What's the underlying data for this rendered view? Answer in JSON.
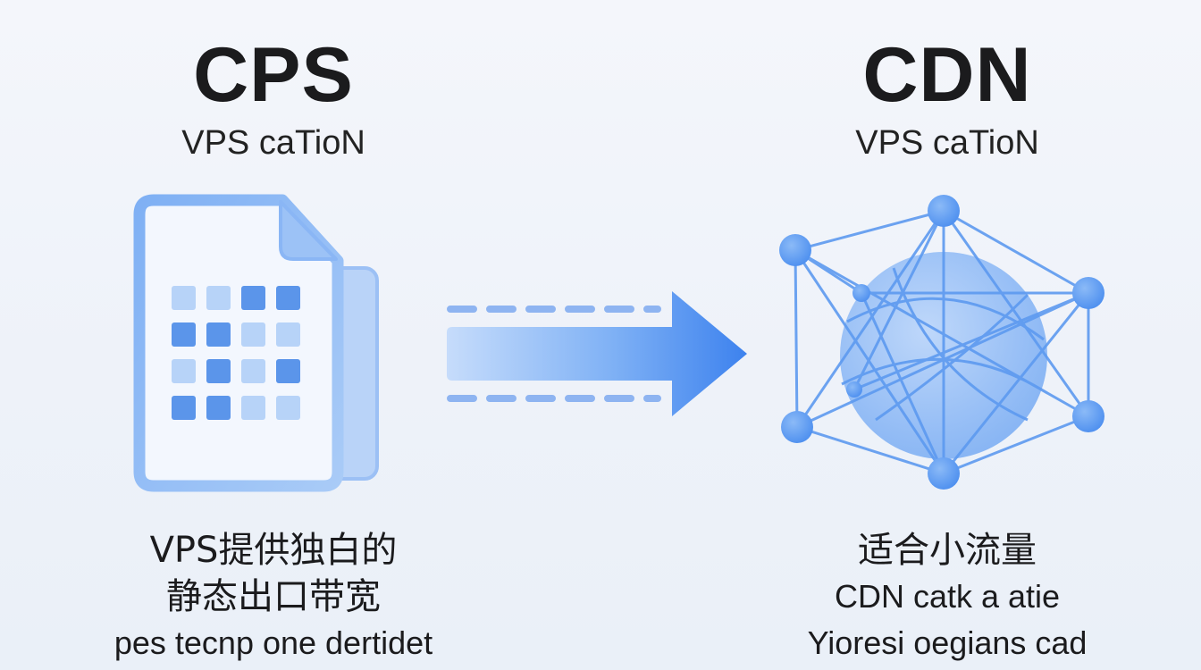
{
  "left": {
    "title": "CPS",
    "subtitle": "VPS caTioN",
    "caption_lines": [
      "VPS提供独白的",
      "静态出口带宽",
      "pes tecnp one dertidet"
    ]
  },
  "right": {
    "title": "CDN",
    "subtitle": "VPS caTioN",
    "caption_lines": [
      "适合小流量",
      "CDN catk a atie",
      "Yioresi oegians cad"
    ]
  },
  "colors": {
    "accent": "#4a8ef0",
    "accent_light": "#a9cbf7",
    "tile_dark": "#5b95ea",
    "tile_light": "#b7d3f8"
  },
  "icons": {
    "left": "document-grid-icon",
    "arrow": "arrow-right-icon",
    "right": "network-globe-icon"
  }
}
